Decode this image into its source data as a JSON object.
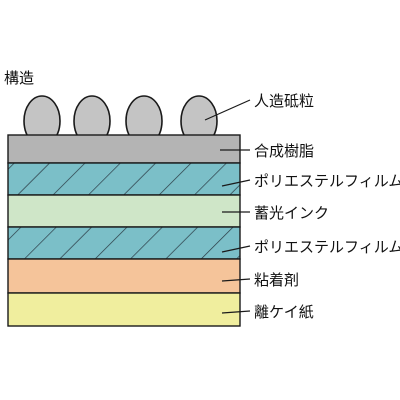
{
  "title": "構造",
  "layers": [
    {
      "key": "artificial-grit",
      "label": "人造砥粒",
      "color": "#c4c4c4"
    },
    {
      "key": "synthetic-resin",
      "label": "合成樹脂",
      "color": "#b4b4b4"
    },
    {
      "key": "polyester-film-top",
      "label": "ポリエステルフィルム",
      "color": "#7bbfc8",
      "hatched": true
    },
    {
      "key": "phosphorescent-ink",
      "label": "蓄光インク",
      "color": "#cfe6c8"
    },
    {
      "key": "polyester-film-bottom",
      "label": "ポリエステルフィルム",
      "color": "#7bbfc8",
      "hatched": true
    },
    {
      "key": "adhesive",
      "label": "粘着剤",
      "color": "#f5c49a"
    },
    {
      "key": "release-paper",
      "label": "離ケイ紙",
      "color": "#f0ee9e"
    }
  ],
  "colors": {
    "outline": "#1a1a1a",
    "hatch": "#2a3a44"
  }
}
